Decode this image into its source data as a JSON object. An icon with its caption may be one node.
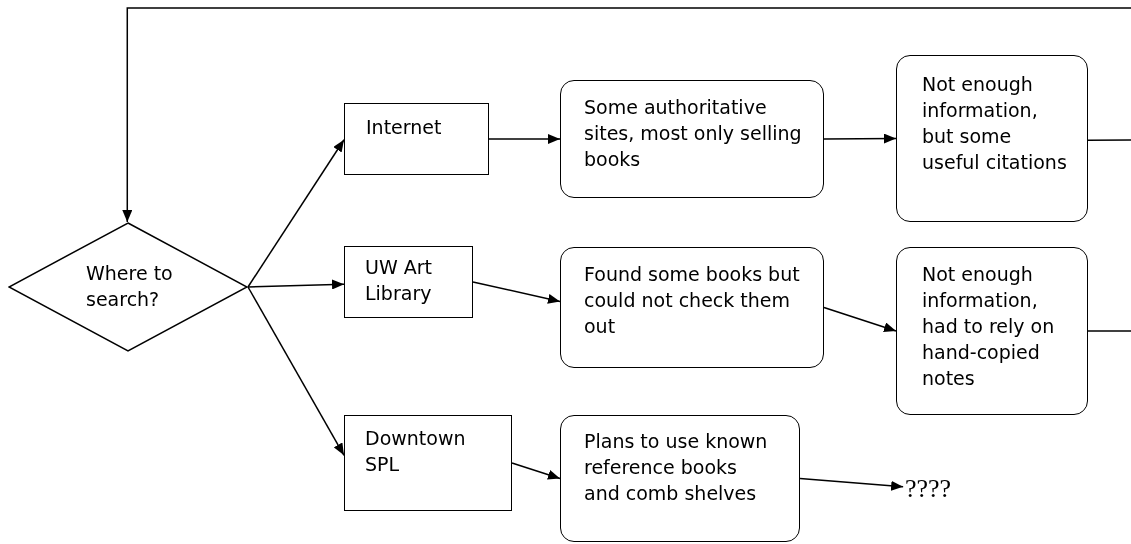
{
  "diagram": {
    "nodes": [
      {
        "text": [
          "Where to search?"
        ]
      },
      {
        "text": [
          "Internet"
        ]
      },
      {
        "text": [
          "Some authoritative sites, most only selling books"
        ]
      },
      {
        "text": [
          "Not enough information, but some useful citations"
        ]
      },
      {
        "text": [
          "UW Art Library"
        ]
      },
      {
        "text": [
          "Found some books but could not check them out"
        ]
      },
      {
        "text": [
          "Not enough information, had to rely on hand-copied notes"
        ]
      },
      {
        "text": [
          "Downtown SPL"
        ]
      },
      {
        "text": [
          "Plans to use known reference books and comb shelves"
        ]
      },
      {
        "text": [
          "????"
        ]
      }
    ],
    "edges": [
      {
        "from": 0,
        "to": 1,
        "arrow": "to"
      },
      {
        "from": 0,
        "to": 4,
        "arrow": "to"
      },
      {
        "from": 0,
        "to": 7,
        "arrow": "to"
      },
      {
        "from": 1,
        "to": 2,
        "arrow": "to"
      },
      {
        "from": 2,
        "to": 3,
        "arrow": "to"
      },
      {
        "from": 4,
        "to": 5,
        "arrow": "to"
      },
      {
        "from": 5,
        "to": 6,
        "arrow": "to"
      },
      {
        "from": 7,
        "to": 8,
        "arrow": "to"
      },
      {
        "from": 8,
        "to": 9,
        "arrow": "to"
      },
      {
        "from": 3,
        "to": null,
        "arrow": "none"
      },
      {
        "from": 6,
        "to": null,
        "arrow": "none"
      },
      {
        "from": null,
        "to": 0,
        "arrow": "to"
      }
    ]
  }
}
